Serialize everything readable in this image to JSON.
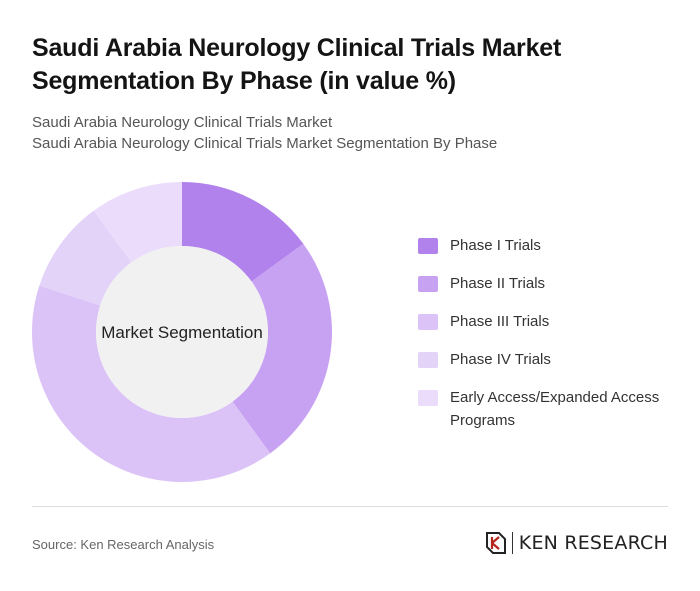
{
  "title": "Saudi Arabia Neurology Clinical Trials Market Segmentation By Phase (in value %)",
  "subtitle_line1": "Saudi Arabia Neurology Clinical Trials Market",
  "subtitle_line2": "Saudi Arabia Neurology Clinical Trials Market Segmentation By Phase",
  "source": "Source: Ken Research Analysis",
  "brand": {
    "name": "KEN RESEARCH",
    "logo_icon": "ken-research-logo-icon"
  },
  "chart_data": {
    "type": "pie",
    "variant": "donut",
    "center_label": "Market Segmentation",
    "categories": [
      "Phase I Trials",
      "Phase II Trials",
      "Phase III Trials",
      "Phase IV Trials",
      "Early Access/Expanded Access Programs"
    ],
    "values": [
      15,
      25,
      40,
      10,
      10
    ],
    "colors": [
      "#b282ec",
      "#c8a2f2",
      "#dcc3f7",
      "#e4d3f8",
      "#eadcfa"
    ],
    "legend_position": "right"
  }
}
